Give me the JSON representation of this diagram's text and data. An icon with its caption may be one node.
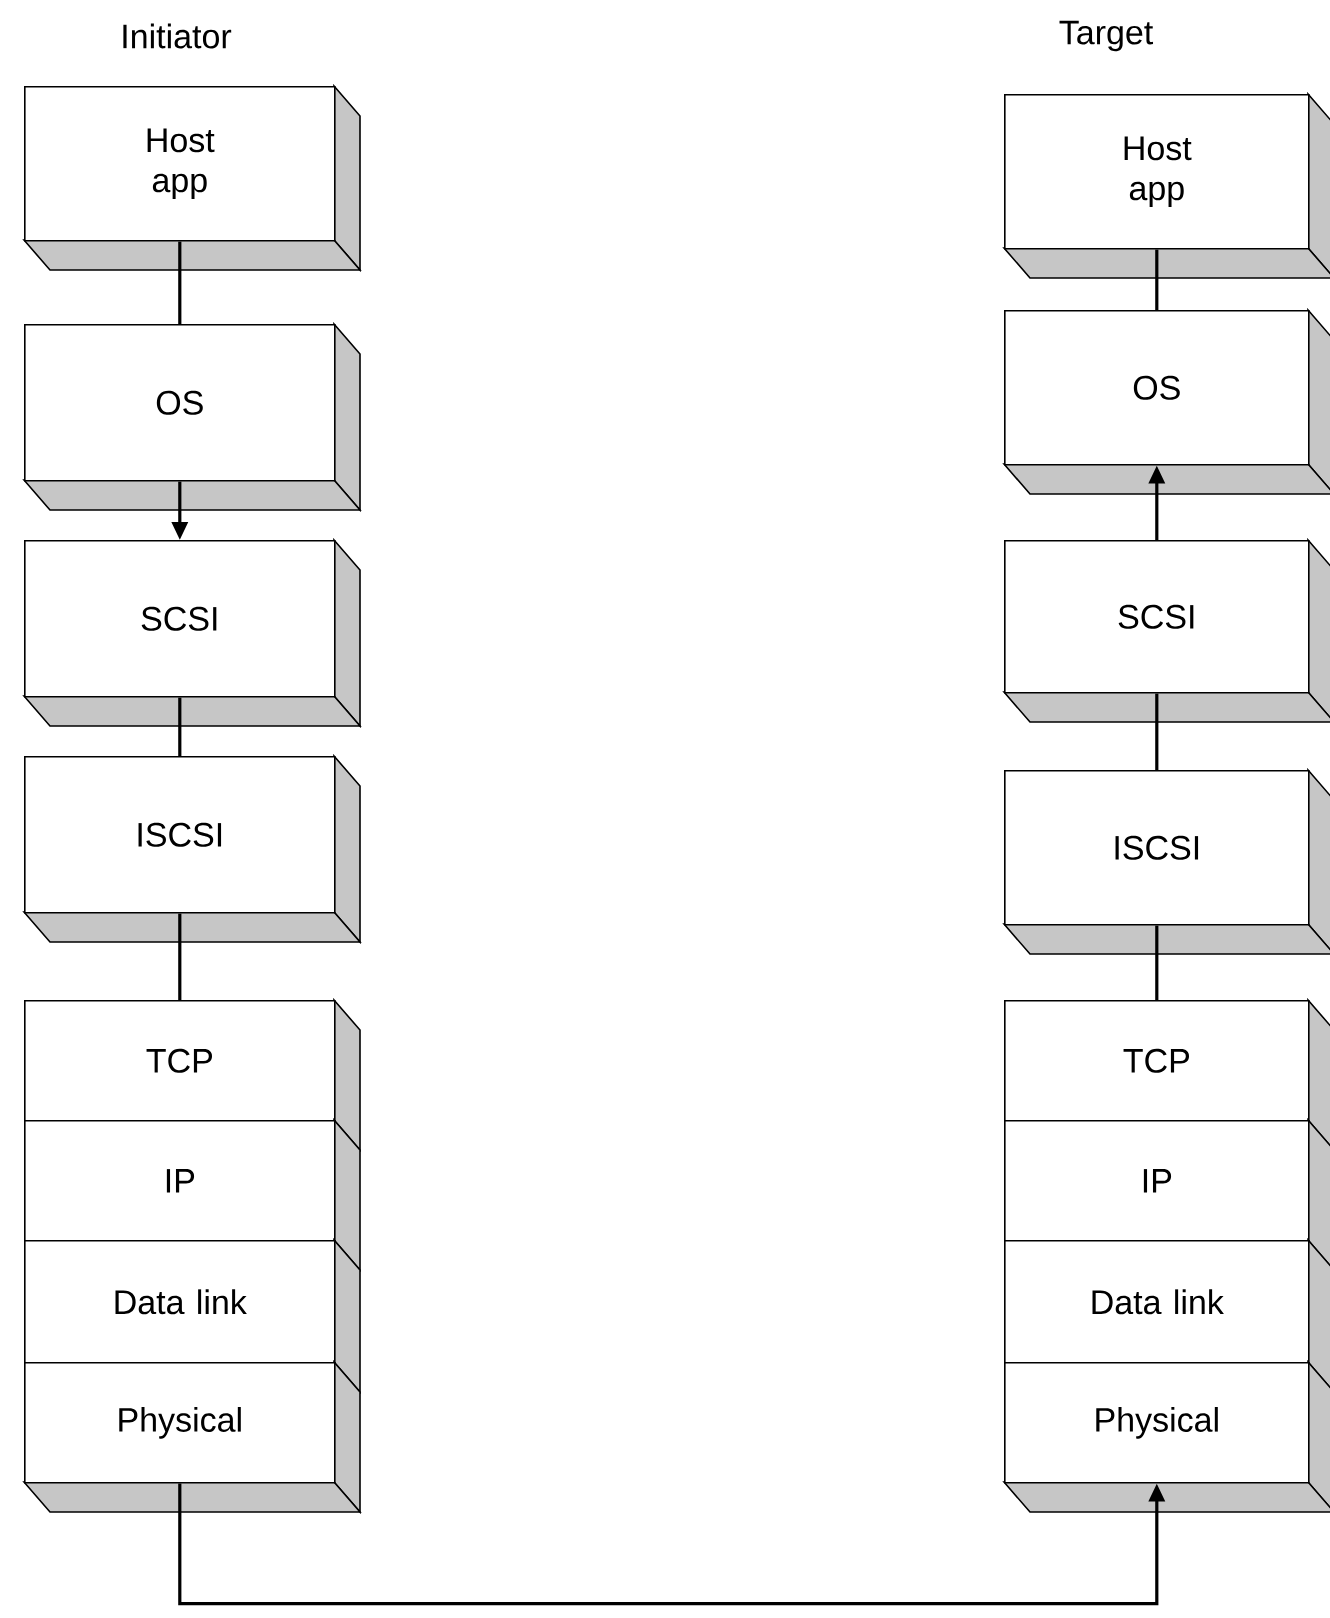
{
  "diagram": {
    "nodes": [
      {
        "text": [
          "Host app"
        ]
      },
      {
        "text": [
          "OS"
        ]
      },
      {
        "text": [
          "SCSI"
        ]
      },
      {
        "text": [
          "ISCSI"
        ]
      },
      {
        "text": [
          "TCP"
        ]
      },
      {
        "text": [
          "IP"
        ]
      },
      {
        "text": [
          "Data link"
        ]
      },
      {
        "text": [
          "Physical"
        ]
      },
      {
        "text": [
          "Host app"
        ]
      },
      {
        "text": [
          "OS"
        ]
      },
      {
        "text": [
          "SCSI"
        ]
      },
      {
        "text": [
          "ISCSI"
        ]
      },
      {
        "text": [
          "TCP"
        ]
      },
      {
        "text": [
          "IP"
        ]
      },
      {
        "text": [
          "Data link"
        ]
      },
      {
        "text": [
          "Physical"
        ]
      }
    ],
    "edges": [
      {
        "from": 0,
        "to": 1,
        "arrow": "none"
      },
      {
        "from": 1,
        "to": 2,
        "arrow": "to"
      },
      {
        "from": 2,
        "to": 3,
        "arrow": "none"
      },
      {
        "from": 3,
        "to": 4,
        "arrow": "none"
      },
      {
        "from": 7,
        "to": 15,
        "arrow": "to"
      },
      {
        "from": 8,
        "to": 9,
        "arrow": "none"
      },
      {
        "from": 10,
        "to": 9,
        "arrow": "to"
      },
      {
        "from": 10,
        "to": 11,
        "arrow": "none"
      },
      {
        "from": 11,
        "to": 12,
        "arrow": "none"
      }
    ],
    "labels": [
      "Initiator",
      "Target"
    ]
  }
}
